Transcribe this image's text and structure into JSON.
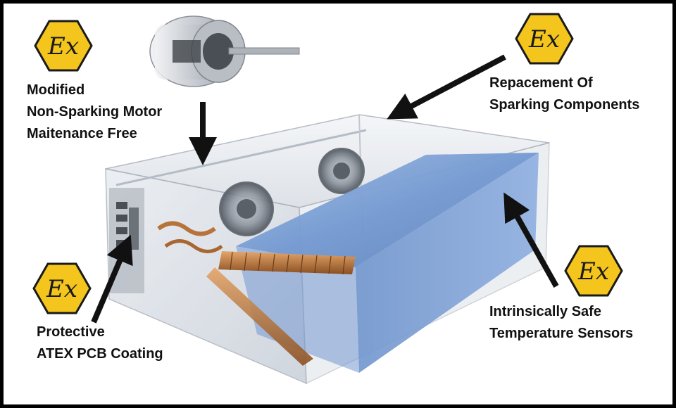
{
  "callouts": {
    "motor": [
      "Modified",
      "Non-Sparking Motor",
      "Maitenance Free"
    ],
    "sparking": [
      "Repacement Of",
      "Sparking Components"
    ],
    "sensors": [
      "Intrinsically Safe",
      "Temperature Sensors"
    ],
    "pcb": [
      "Protective",
      "ATEX PCB Coating"
    ]
  },
  "badge": {
    "text": "Ex",
    "fill": "#f4c51c",
    "stroke": "#1a1a1a"
  },
  "colors": {
    "border": "#000000",
    "blue_panel": "#6e93c9",
    "copper": "#b8733a"
  }
}
